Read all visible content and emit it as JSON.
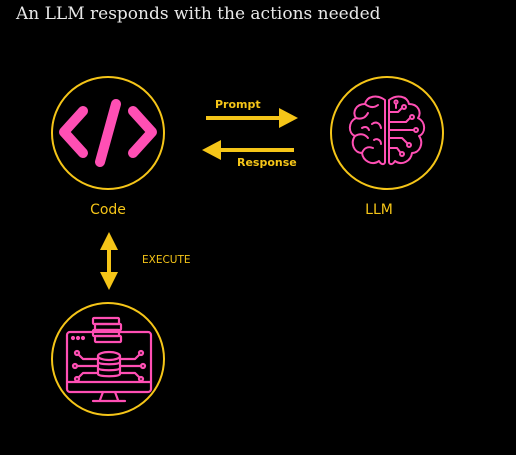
{
  "diagram": {
    "title": "An LLM responds with the actions needed",
    "nodes": {
      "code": {
        "label": "Code",
        "icon": "code-brackets-icon"
      },
      "llm": {
        "label": "LLM",
        "icon": "brain-circuit-icon"
      },
      "database": {
        "label": "",
        "icon": "database-server-icon"
      }
    },
    "edges": {
      "prompt": "Prompt",
      "response": "Response",
      "execute": "EXECUTE"
    },
    "colors": {
      "accent": "#f5c518",
      "icon": "#ff4fb4",
      "background": "#000000",
      "title": "#e8e8e8"
    }
  }
}
